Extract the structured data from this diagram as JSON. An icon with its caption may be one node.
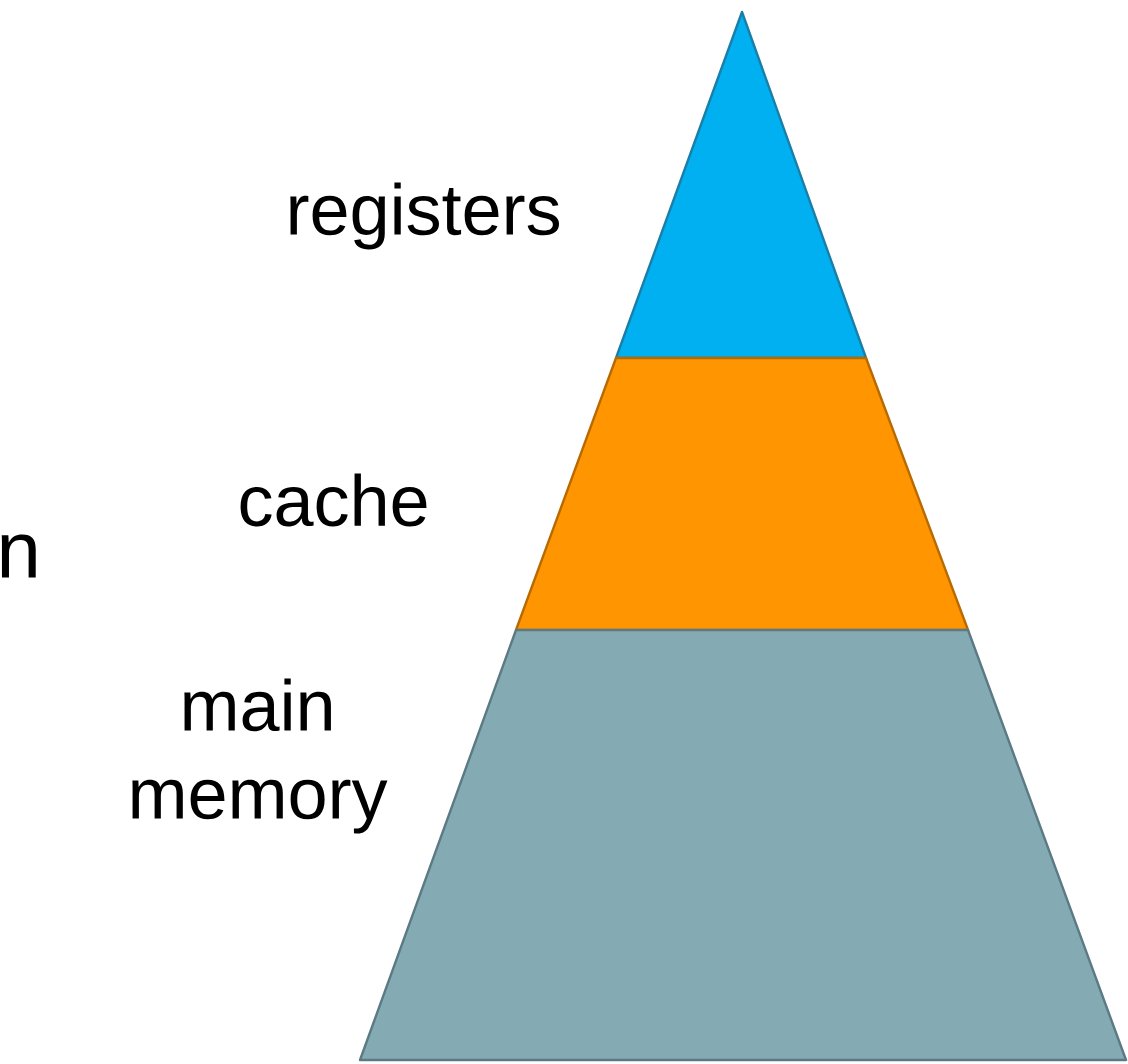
{
  "diagram": {
    "nodes": [
      {
        "text": [
          "registers"
        ]
      },
      {
        "text": [
          "cache"
        ]
      },
      {
        "text": [
          "main memory"
        ]
      }
    ],
    "labels": [
      "n"
    ]
  }
}
